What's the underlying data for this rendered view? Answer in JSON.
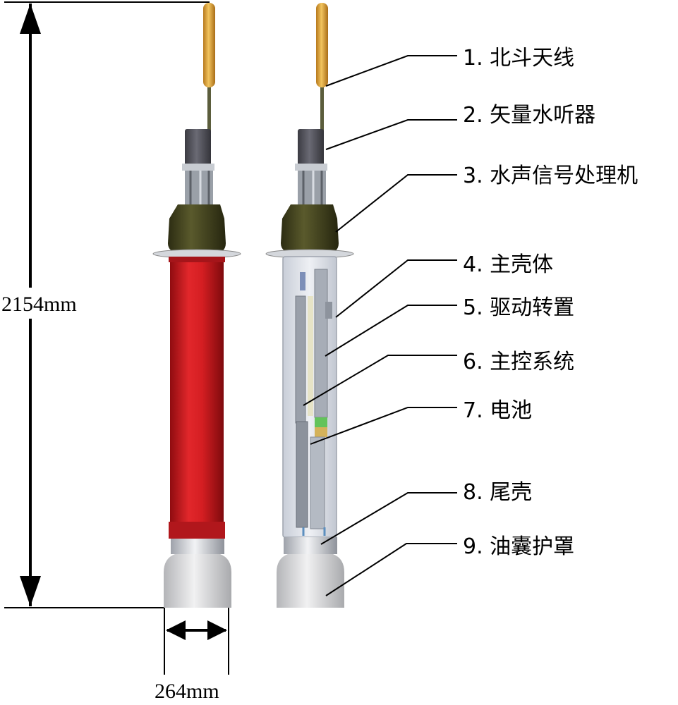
{
  "dimensions": {
    "height_label": "2154mm",
    "diameter_label": "264mm"
  },
  "components": [
    {
      "label": "1. 北斗天线"
    },
    {
      "label": "2. 矢量水听器"
    },
    {
      "label": "3. 水声信号处理机"
    },
    {
      "label": "4. 主壳体"
    },
    {
      "label": "5. 驱动转置"
    },
    {
      "label": "6. 主控系统"
    },
    {
      "label": "7. 电池"
    },
    {
      "label": "8. 尾壳"
    },
    {
      "label": "9. 油囊护罩"
    }
  ],
  "colors": {
    "antenna": "#e0a43a",
    "hydrophone": "#55555e",
    "processor": "#4a4a24",
    "main_shell_exterior": "#d41e22",
    "main_shell_cutaway": "#d9dde4",
    "tail_shell": "#c9ccd2",
    "oil_bladder_cover": "#dadbdd"
  }
}
